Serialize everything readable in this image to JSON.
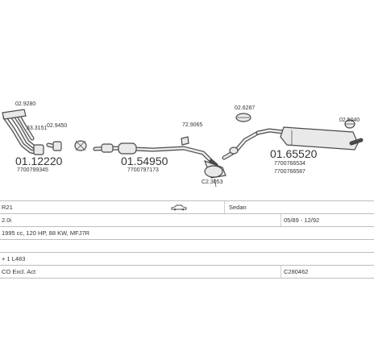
{
  "diagram": {
    "part_labels": {
      "manifold_ref": "02.9280",
      "gasket_ref": "02.9450",
      "clamp_ref": "33.3151",
      "hanger_ref": "72.9065",
      "bracket_ref": "02.6287",
      "rear_clamp_ref": "02.5040",
      "mount_ref": "C2.3053"
    },
    "main_numbers": {
      "front_pipe": "01.12220",
      "middle": "01.54950",
      "rear": "01.65520"
    },
    "oem_refs": {
      "front_pipe": "7700799345",
      "middle": "7700797173",
      "rear_a": "7700766534",
      "rear_b": "7700766587"
    }
  },
  "info": {
    "model": "R21",
    "body": "Sedan",
    "engine": "2.0i",
    "years": "05/89 - 12/92",
    "spec": "1995 cc, 120 HP, 88 KW, MFJ7R",
    "extra": "+ 1 L483",
    "emission": "CO Excl. Act",
    "code": "C280462"
  }
}
